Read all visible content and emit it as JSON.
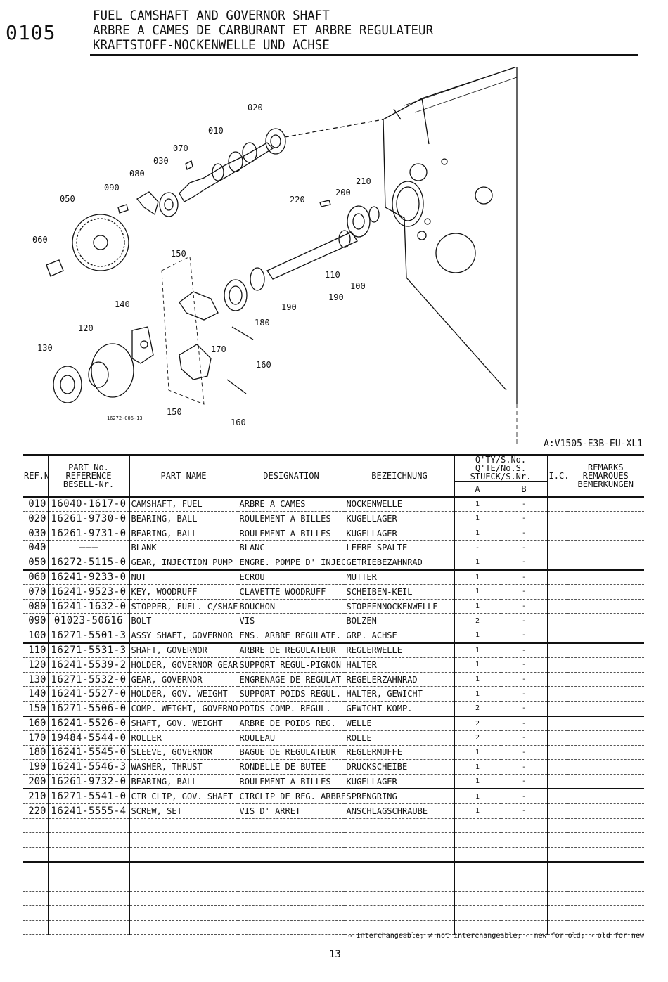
{
  "header": {
    "section_number": "0105",
    "title_en": "FUEL CAMSHAFT AND GOVERNOR SHAFT",
    "title_fr": "ARBRE A CAMES DE CARBURANT ET ARBRE REGULATEUR",
    "title_de": "KRAFTSTOFF-NOCKENWELLE UND ACHSE"
  },
  "diagram": {
    "callouts": [
      "020",
      "010",
      "070",
      "030",
      "080",
      "090",
      "050",
      "060",
      "210",
      "200",
      "220",
      "150",
      "140",
      "110",
      "100",
      "190",
      "180",
      "120",
      "170",
      "130",
      "160",
      "150",
      "160"
    ],
    "drawing_number": "16272-006-13"
  },
  "model_code": "A:V1505-E3B-EU-XL1",
  "table_headers": {
    "pos": "REF.No.\nPOS.No.\nBILD-Nr.",
    "ref": "PART No.\nREFERENCE\nBESELL-Nr.",
    "name": "PART NAME",
    "designation": "DESIGNATION",
    "bezeichnung": "BEZEICHNUNG",
    "qty": "Q'TY/S.No.\nQ'TE/No.S.\nSTUECK/S.Nr.",
    "qty_a": "A",
    "qty_b": "B",
    "ic": "I.C.",
    "remarks": "REMARKS\nREMARQUES\nBEMERKUNGEN"
  },
  "parts": [
    {
      "pos": "010",
      "ref": "16040-1617-0",
      "name": "CAMSHAFT, FUEL",
      "fr": "ARBRE A CAMES",
      "de": "NOCKENWELLE",
      "a": "1",
      "b": "-"
    },
    {
      "pos": "020",
      "ref": "16261-9730-0",
      "name": "BEARING, BALL",
      "fr": "ROULEMENT A BILLES",
      "de": "KUGELLAGER",
      "a": "1",
      "b": "-"
    },
    {
      "pos": "030",
      "ref": "16261-9731-0",
      "name": "BEARING, BALL",
      "fr": "ROULEMENT A BILLES",
      "de": "KUGELLAGER",
      "a": "1",
      "b": "-"
    },
    {
      "pos": "040",
      "ref": "———",
      "name": "BLANK",
      "fr": "BLANC",
      "de": "LEERE SPALTE",
      "a": "-",
      "b": "-"
    },
    {
      "pos": "050",
      "ref": "16272-5115-0",
      "name": "GEAR, INJECTION PUMP",
      "fr": "ENGRE. POMPE D' INJEC.",
      "de": "GETRIEBEZAHNRAD",
      "a": "1",
      "b": "-"
    },
    {
      "pos": "060",
      "ref": "16241-9233-0",
      "name": "NUT",
      "fr": "ECROU",
      "de": "MUTTER",
      "a": "1",
      "b": "-"
    },
    {
      "pos": "070",
      "ref": "16241-9523-0",
      "name": "KEY, WOODRUFF",
      "fr": "CLAVETTE WOODRUFF",
      "de": "SCHEIBEN-KEIL",
      "a": "1",
      "b": "-"
    },
    {
      "pos": "080",
      "ref": "16241-1632-0",
      "name": "STOPPER, FUEL. C/SHAFT",
      "fr": "BOUCHON",
      "de": "STOPFENNOCKENWELLE",
      "a": "1",
      "b": "-"
    },
    {
      "pos": "090",
      "ref": "01023-50616",
      "name": "BOLT",
      "fr": "VIS",
      "de": "BOLZEN",
      "a": "2",
      "b": "-"
    },
    {
      "pos": "100",
      "ref": "16271-5501-3",
      "name": "ASSY SHAFT, GOVERNOR",
      "fr": "ENS. ARBRE REGULATE.",
      "de": "GRP. ACHSE",
      "a": "1",
      "b": "-"
    },
    {
      "pos": "110",
      "ref": "16271-5531-3",
      "name": "SHAFT, GOVERNOR",
      "fr": "ARBRE DE REGULATEUR",
      "de": "REGLERWELLE",
      "a": "1",
      "b": "-"
    },
    {
      "pos": "120",
      "ref": "16241-5539-2",
      "name": "HOLDER, GOVERNOR GEAR",
      "fr": "SUPPORT REGUL-PIGNON",
      "de": "HALTER",
      "a": "1",
      "b": "-"
    },
    {
      "pos": "130",
      "ref": "16271-5532-0",
      "name": "GEAR, GOVERNOR",
      "fr": "ENGRENAGE DE REGULAT",
      "de": "REGELERZAHNRAD",
      "a": "1",
      "b": "-"
    },
    {
      "pos": "140",
      "ref": "16241-5527-0",
      "name": "HOLDER, GOV. WEIGHT",
      "fr": "SUPPORT POIDS REGUL.",
      "de": "HALTER, GEWICHT",
      "a": "1",
      "b": "-"
    },
    {
      "pos": "150",
      "ref": "16271-5506-0",
      "name": "COMP. WEIGHT, GOVERNOR",
      "fr": "POIDS COMP. REGUL.",
      "de": "GEWICHT KOMP.",
      "a": "2",
      "b": "-"
    },
    {
      "pos": "160",
      "ref": "16241-5526-0",
      "name": "SHAFT, GOV. WEIGHT",
      "fr": "ARBRE DE POIDS REG.",
      "de": "WELLE",
      "a": "2",
      "b": "-"
    },
    {
      "pos": "170",
      "ref": "19484-5544-0",
      "name": "ROLLER",
      "fr": "ROULEAU",
      "de": "ROLLE",
      "a": "2",
      "b": "-"
    },
    {
      "pos": "180",
      "ref": "16241-5545-0",
      "name": "SLEEVE, GOVERNOR",
      "fr": "BAGUE DE REGULATEUR",
      "de": "REGLERMUFFE",
      "a": "1",
      "b": "-"
    },
    {
      "pos": "190",
      "ref": "16241-5546-3",
      "name": "WASHER, THRUST",
      "fr": "RONDELLE DE BUTEE",
      "de": "DRUCKSCHEIBE",
      "a": "1",
      "b": "-"
    },
    {
      "pos": "200",
      "ref": "16261-9732-0",
      "name": "BEARING, BALL",
      "fr": "ROULEMENT A BILLES",
      "de": "KUGELLAGER",
      "a": "1",
      "b": "-"
    },
    {
      "pos": "210",
      "ref": "16271-5541-0",
      "name": "CIR CLIP, GOV. SHAFT",
      "fr": "CIRCLIP DE REG. ARBRE",
      "de": "SPRENGRING",
      "a": "1",
      "b": "-"
    },
    {
      "pos": "220",
      "ref": "16241-5555-4",
      "name": "SCREW, SET",
      "fr": "VIS D' ARRET",
      "de": "ANSCHLAGSCHRAUBE",
      "a": "1",
      "b": "-"
    }
  ],
  "legend": "↔ Interchangeable; ≠ not interchangeable; ← new for old; → old for new",
  "page_number": "13"
}
